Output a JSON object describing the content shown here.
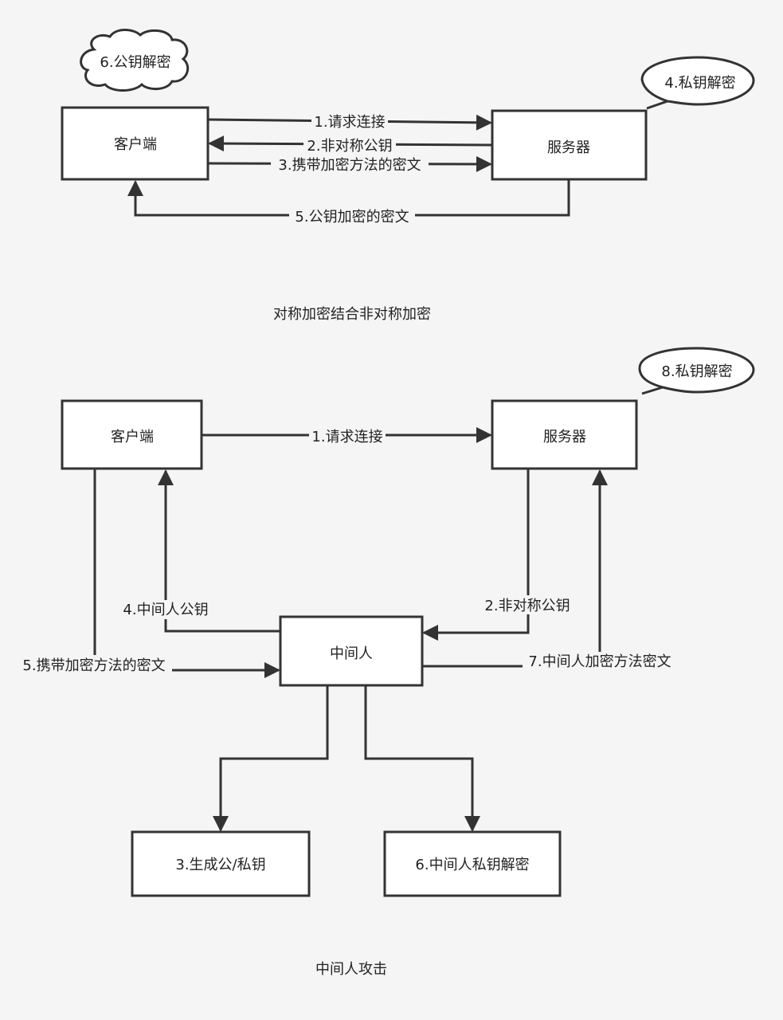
{
  "diagram1": {
    "client": "客户端",
    "server": "服务器",
    "arrow1": "1.请求连接",
    "arrow2": "2.非对称公钥",
    "arrow3": "3.携带加密方法的密文",
    "arrow5": "5.公钥加密的密文",
    "server_note": "4.私钥解密",
    "client_note": "6.公钥解密",
    "caption": "对称加密结合非对称加密"
  },
  "diagram2": {
    "client": "客户端",
    "server": "服务器",
    "mitm": "中间人",
    "arrow1": "1.请求连接",
    "arrow2": "2.非对称公钥",
    "box3": "3.生成公/私钥",
    "arrow4": "4.中间人公钥",
    "arrow5": "5.携带加密方法的密文",
    "box6": "6.中间人私钥解密",
    "arrow7": "7.中间人加密方法密文",
    "server_note": "8.私钥解密",
    "caption": "中间人攻击"
  }
}
